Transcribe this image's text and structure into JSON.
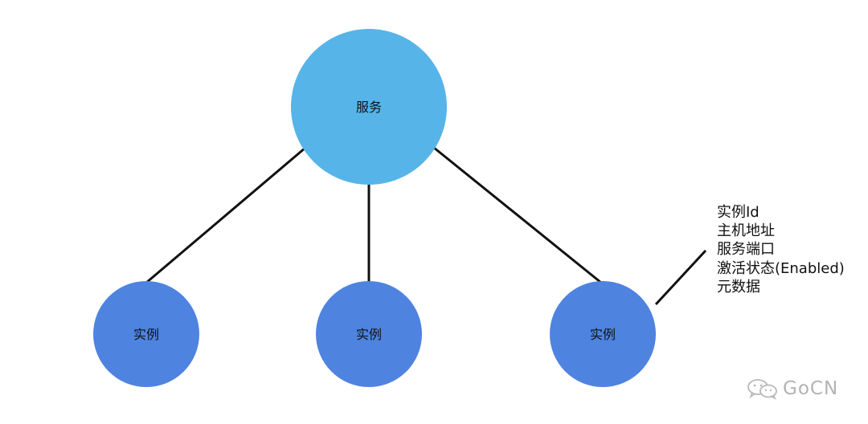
{
  "diagram": {
    "root": {
      "label": "服务",
      "color": "#56b4e8"
    },
    "instances": [
      {
        "label": "实例",
        "color": "#4e83e0"
      },
      {
        "label": "实例",
        "color": "#4e83e0"
      },
      {
        "label": "实例",
        "color": "#4e83e0"
      }
    ],
    "attributes": [
      "实例Id",
      "主机地址",
      "服务端口",
      "激活状态(Enabled)",
      "元数据"
    ]
  },
  "watermark": {
    "text": "GoCN",
    "icon": "wechat-icon"
  }
}
